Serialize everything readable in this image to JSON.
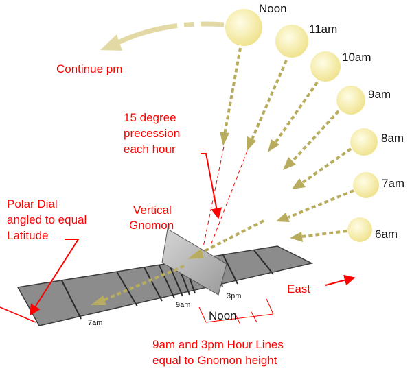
{
  "colors": {
    "annotation": "#ff0000",
    "hour_label": "#111111",
    "sun_center": "#fffde6",
    "sun_edge": "#efe28c",
    "dial_fill": "#8c8c8c",
    "dial_stroke": "#3a3a3a",
    "gnomon_fill": "#b8b8b8",
    "ray_color": "#b8ad5e",
    "continue_arrow": "#e2d9a5"
  },
  "sun_labels": {
    "noon": "Noon",
    "h11": "11am",
    "h10": "10am",
    "h9": "9am",
    "h8": "8am",
    "h7": "7am",
    "h6": "6am"
  },
  "annotations": {
    "continue_pm": "Continue pm",
    "precession": [
      "15 degree",
      "precession",
      "each hour"
    ],
    "vertical_gnomon": [
      "Vertical",
      "Gnomon"
    ],
    "polar_dial": [
      "Polar Dial",
      "angled to equal",
      "Latitude"
    ],
    "east": "East",
    "hour_lines": [
      "9am and 3pm Hour Lines",
      "equal to Gnomon height"
    ]
  },
  "dial_labels": {
    "h7": "7am",
    "h9": "9am",
    "h3": "3pm",
    "noon": "Noon"
  }
}
